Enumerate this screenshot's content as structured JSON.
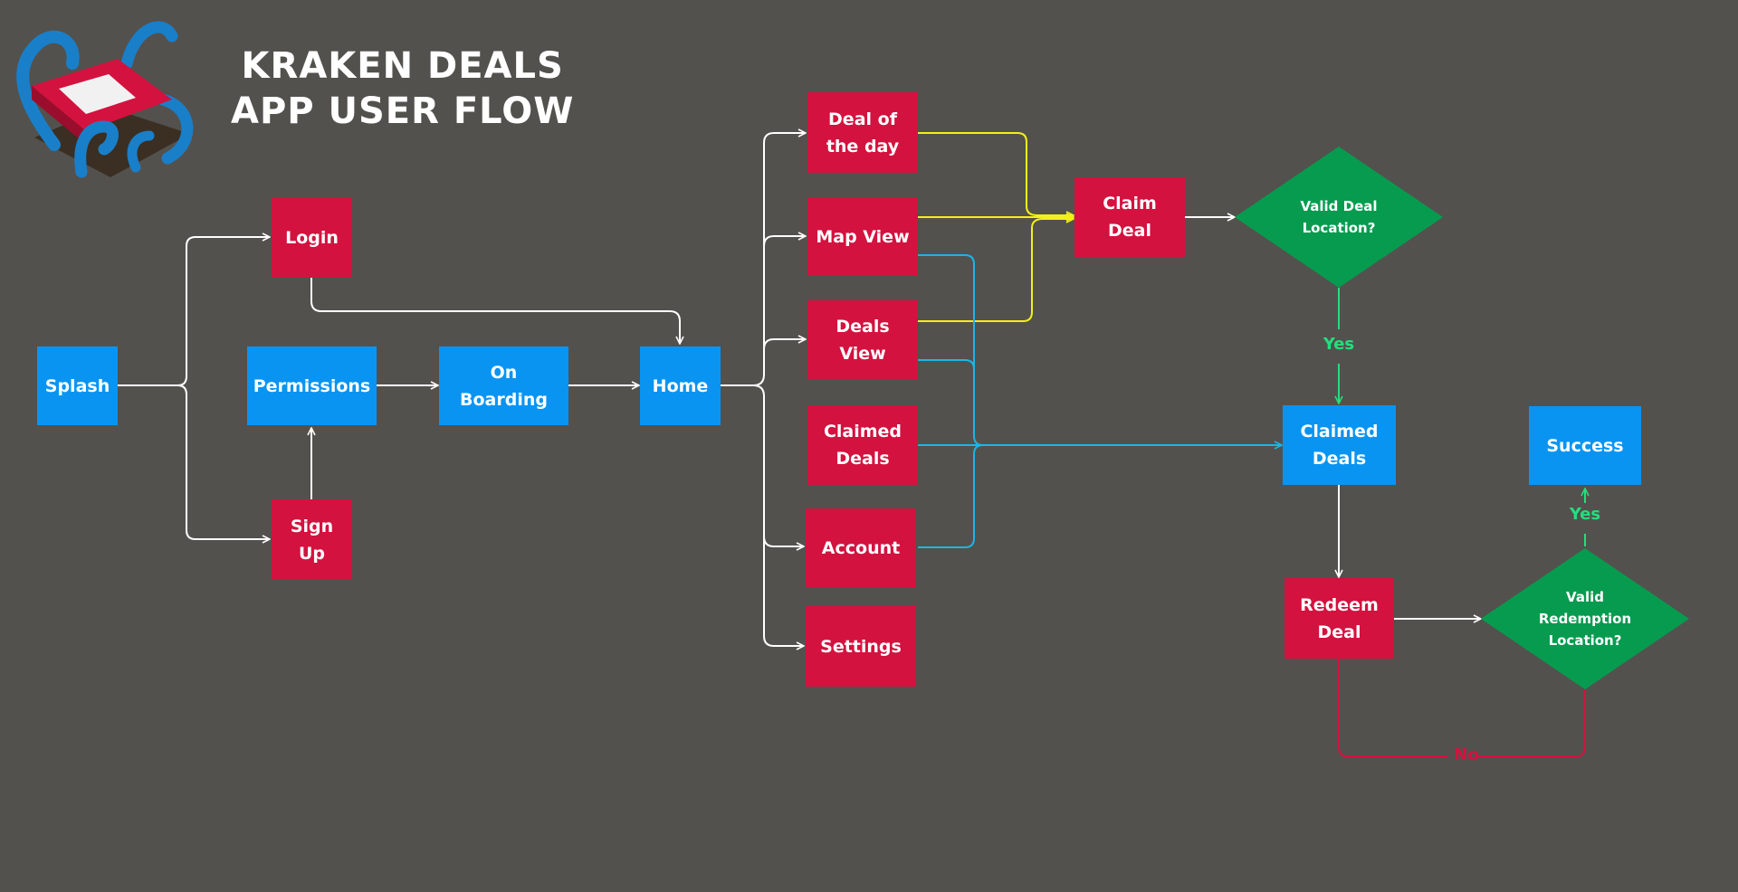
{
  "title": {
    "line1": "KRAKEN DEALS",
    "line2": "APP USER FLOW"
  },
  "colors": {
    "background": "#53514d",
    "screen_node": "#0a94f2",
    "action_node": "#d3123f",
    "decision": "#079b4f",
    "connector": "#ffffff",
    "claim_path": "#f2f01a",
    "claimed_path": "#1bb6e4",
    "yes_path": "#22df7e",
    "no_path": "#d3123f"
  },
  "logo": {
    "icon": "kraken-logo-icon"
  },
  "nodes": {
    "splash": "Splash",
    "login": "Login",
    "permissions": "Permissions",
    "sign_up": "Sign Up",
    "on_boarding": "On Boarding",
    "home": "Home",
    "deal_of_the_day": "Deal of the day",
    "map_view": "Map View",
    "deals_view": "Deals View",
    "claimed_deals_menu": "Claimed Deals",
    "account": "Account",
    "settings": "Settings",
    "claim_deal": "Claim Deal",
    "valid_deal_location": "Valid Deal Location?",
    "claimed_deals": "Claimed Deals",
    "redeem_deal": "Redeem Deal",
    "valid_redemption_location": "Valid Redemption Location?",
    "success": "Success"
  },
  "edge_labels": {
    "yes_deal": "Yes",
    "yes_redemption": "Yes",
    "no_redemption": "No"
  }
}
